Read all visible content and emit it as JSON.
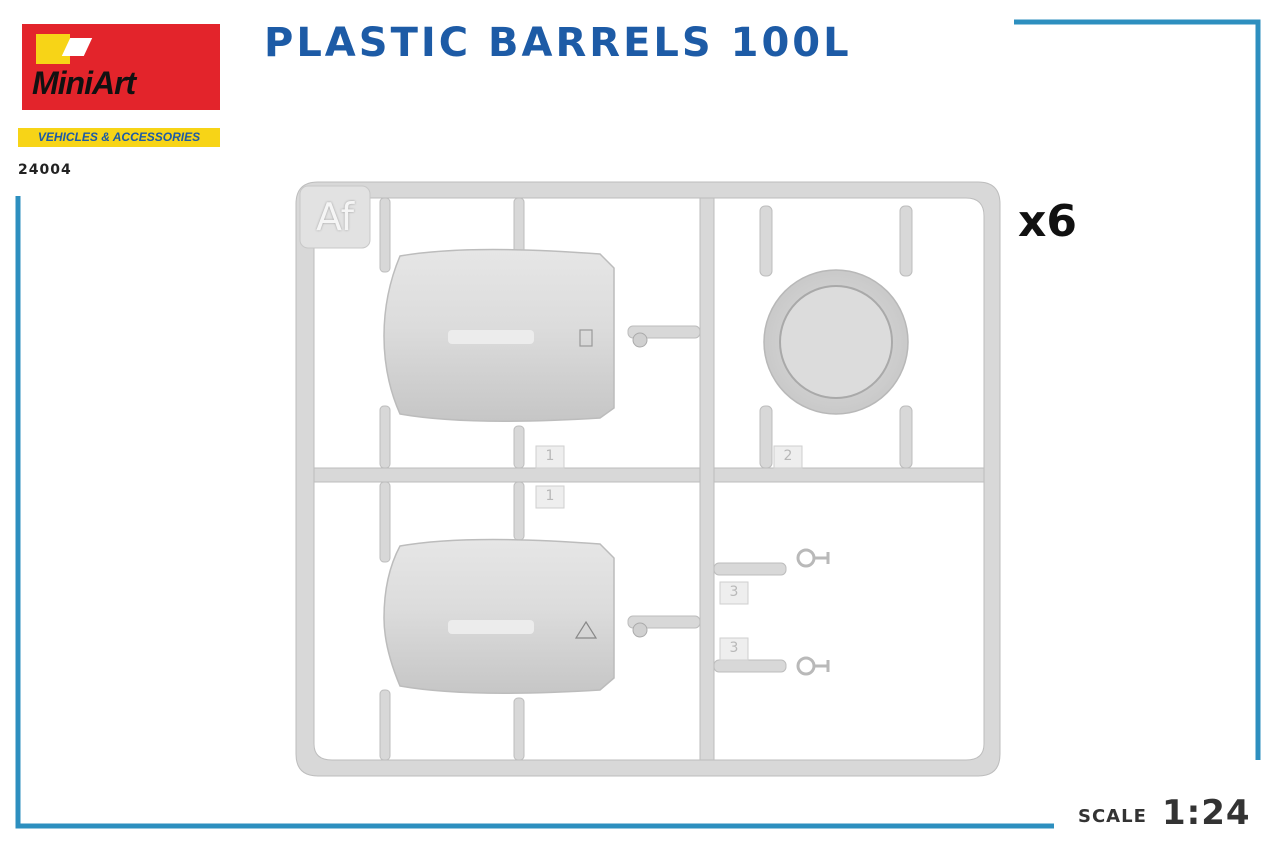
{
  "brand": {
    "name": "MiniArt",
    "category": "VEHICLES & ACCESSORIES",
    "kit_number": "24004"
  },
  "title": "PLASTIC BARRELS 100L",
  "sprue": {
    "letter": "Af",
    "quantity": "x6",
    "parts": [
      {
        "number": "1"
      },
      {
        "number": "1"
      },
      {
        "number": "2"
      },
      {
        "number": "3"
      },
      {
        "number": "3"
      }
    ]
  },
  "scale": {
    "label": "SCALE",
    "value": "1:24"
  },
  "colors": {
    "accent_blue": "#1d5ba6",
    "frame_blue": "#2d8fbf",
    "logo_red": "#e3242b",
    "logo_yellow": "#f7d417",
    "plastic_gray": "#d9d9d9"
  }
}
